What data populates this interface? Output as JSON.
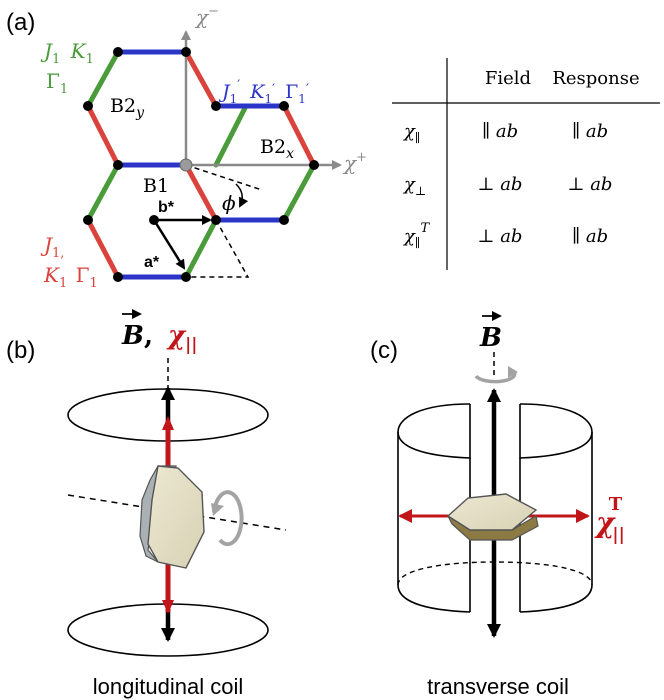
{
  "panel_a": {
    "label": "(a)",
    "axes": {
      "chi_minus": "χ",
      "chi_minus_sup": "−",
      "chi_plus": "χ",
      "chi_plus_sup": "+"
    },
    "bonds": {
      "green_top": {
        "J": "J",
        "J_sub": "1",
        "K": "K",
        "K_sub": "1",
        "G": "Γ",
        "G_sub": "1"
      },
      "blue_right": {
        "J": "J",
        "J_sub": "1",
        "J_prime": "′",
        "K": "K",
        "K_sub": "1",
        "K_prime": "′",
        "G": "Γ",
        "G_sub": "1",
        "G_prime": "′"
      },
      "red_bottom": {
        "J": "J",
        "J_sub": "1,",
        "K": "K",
        "K_sub": "1",
        "G": "Γ",
        "G_sub": "1"
      }
    },
    "sites": {
      "b2y": "B2",
      "b2y_sub": "y",
      "b2x": "B2",
      "b2x_sub": "x",
      "b1": "B1"
    },
    "vectors": {
      "b_star": "b*",
      "a_star": "a*"
    },
    "angle": "ϕ",
    "colors": {
      "red": "#d9433c",
      "green": "#4a9b3a",
      "blue": "#2b36c9",
      "axis": "#8a8a8a"
    }
  },
  "table": {
    "headers": [
      "",
      "Field",
      "Response"
    ],
    "rows": [
      {
        "sym": "χ",
        "sub": "∥",
        "sup": "",
        "field": "∥ ab",
        "response": "∥ ab"
      },
      {
        "sym": "χ",
        "sub": "⊥",
        "sup": "",
        "field": "⊥ ab",
        "response": "⊥ ab"
      },
      {
        "sym": "χ",
        "sub": "∥",
        "sup": "T",
        "field": "⊥ ab",
        "response": "∥ ab"
      }
    ]
  },
  "panel_b": {
    "label": "(b)",
    "title_B": "B",
    "title_sep": ",",
    "title_chi": "χ",
    "title_chi_sub": "||",
    "caption": "longitudinal coil"
  },
  "panel_c": {
    "label": "(c)",
    "title_B": "B",
    "chi": "χ",
    "chi_sub": "||",
    "chi_sup": "T",
    "caption": "transverse coil"
  }
}
